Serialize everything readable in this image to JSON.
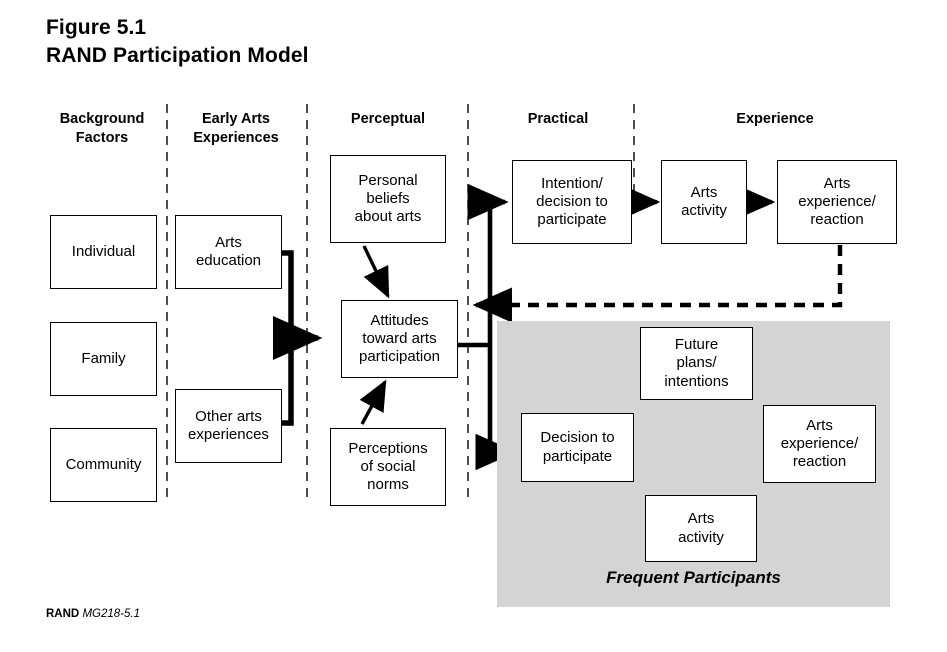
{
  "figure": {
    "number": "Figure 5.1",
    "title": "RAND Participation Model"
  },
  "columns": [
    {
      "id": "background-factors",
      "label_line1": "Background",
      "label_line2": "Factors"
    },
    {
      "id": "early-arts-experiences",
      "label_line1": "Early Arts",
      "label_line2": "Experiences"
    },
    {
      "id": "perceptual",
      "label_line1": "Perceptual",
      "label_line2": ""
    },
    {
      "id": "practical",
      "label_line1": "Practical",
      "label_line2": ""
    },
    {
      "id": "experience",
      "label_line1": "Experience",
      "label_line2": ""
    }
  ],
  "nodes": {
    "individual": {
      "lines": [
        "Individual"
      ]
    },
    "family": {
      "lines": [
        "Family"
      ]
    },
    "community": {
      "lines": [
        "Community"
      ]
    },
    "arts_education": {
      "lines": [
        "Arts",
        "education"
      ]
    },
    "other_arts": {
      "lines": [
        "Other arts",
        "experiences"
      ]
    },
    "personal_beliefs": {
      "lines": [
        "Personal",
        "beliefs",
        "about arts"
      ]
    },
    "attitudes": {
      "lines": [
        "Attitudes",
        "toward arts",
        "participation"
      ]
    },
    "perceptions": {
      "lines": [
        "Perceptions",
        "of social",
        "norms"
      ]
    },
    "intention": {
      "lines": [
        "Intention/",
        "decision to",
        "participate"
      ]
    },
    "arts_activity_top": {
      "lines": [
        "Arts",
        "activity"
      ]
    },
    "arts_experience_top": {
      "lines": [
        "Arts",
        "experience/",
        "reaction"
      ]
    },
    "future_plans": {
      "lines": [
        "Future",
        "plans/",
        "intentions"
      ]
    },
    "decision": {
      "lines": [
        "Decision to",
        "participate"
      ]
    },
    "arts_activity_cycle": {
      "lines": [
        "Arts",
        "activity"
      ]
    },
    "arts_experience_cycle": {
      "lines": [
        "Arts",
        "experience/",
        "reaction"
      ]
    }
  },
  "panel": {
    "label": "Frequent Participants",
    "fill": "#d4d4d4"
  },
  "footer": {
    "org": "RAND",
    "doc_id": "MG218-5.1"
  },
  "colors": {
    "stroke": "#000000",
    "box_fill": "#ffffff",
    "panel_fill": "#d4d4d4",
    "background": "#ffffff"
  }
}
